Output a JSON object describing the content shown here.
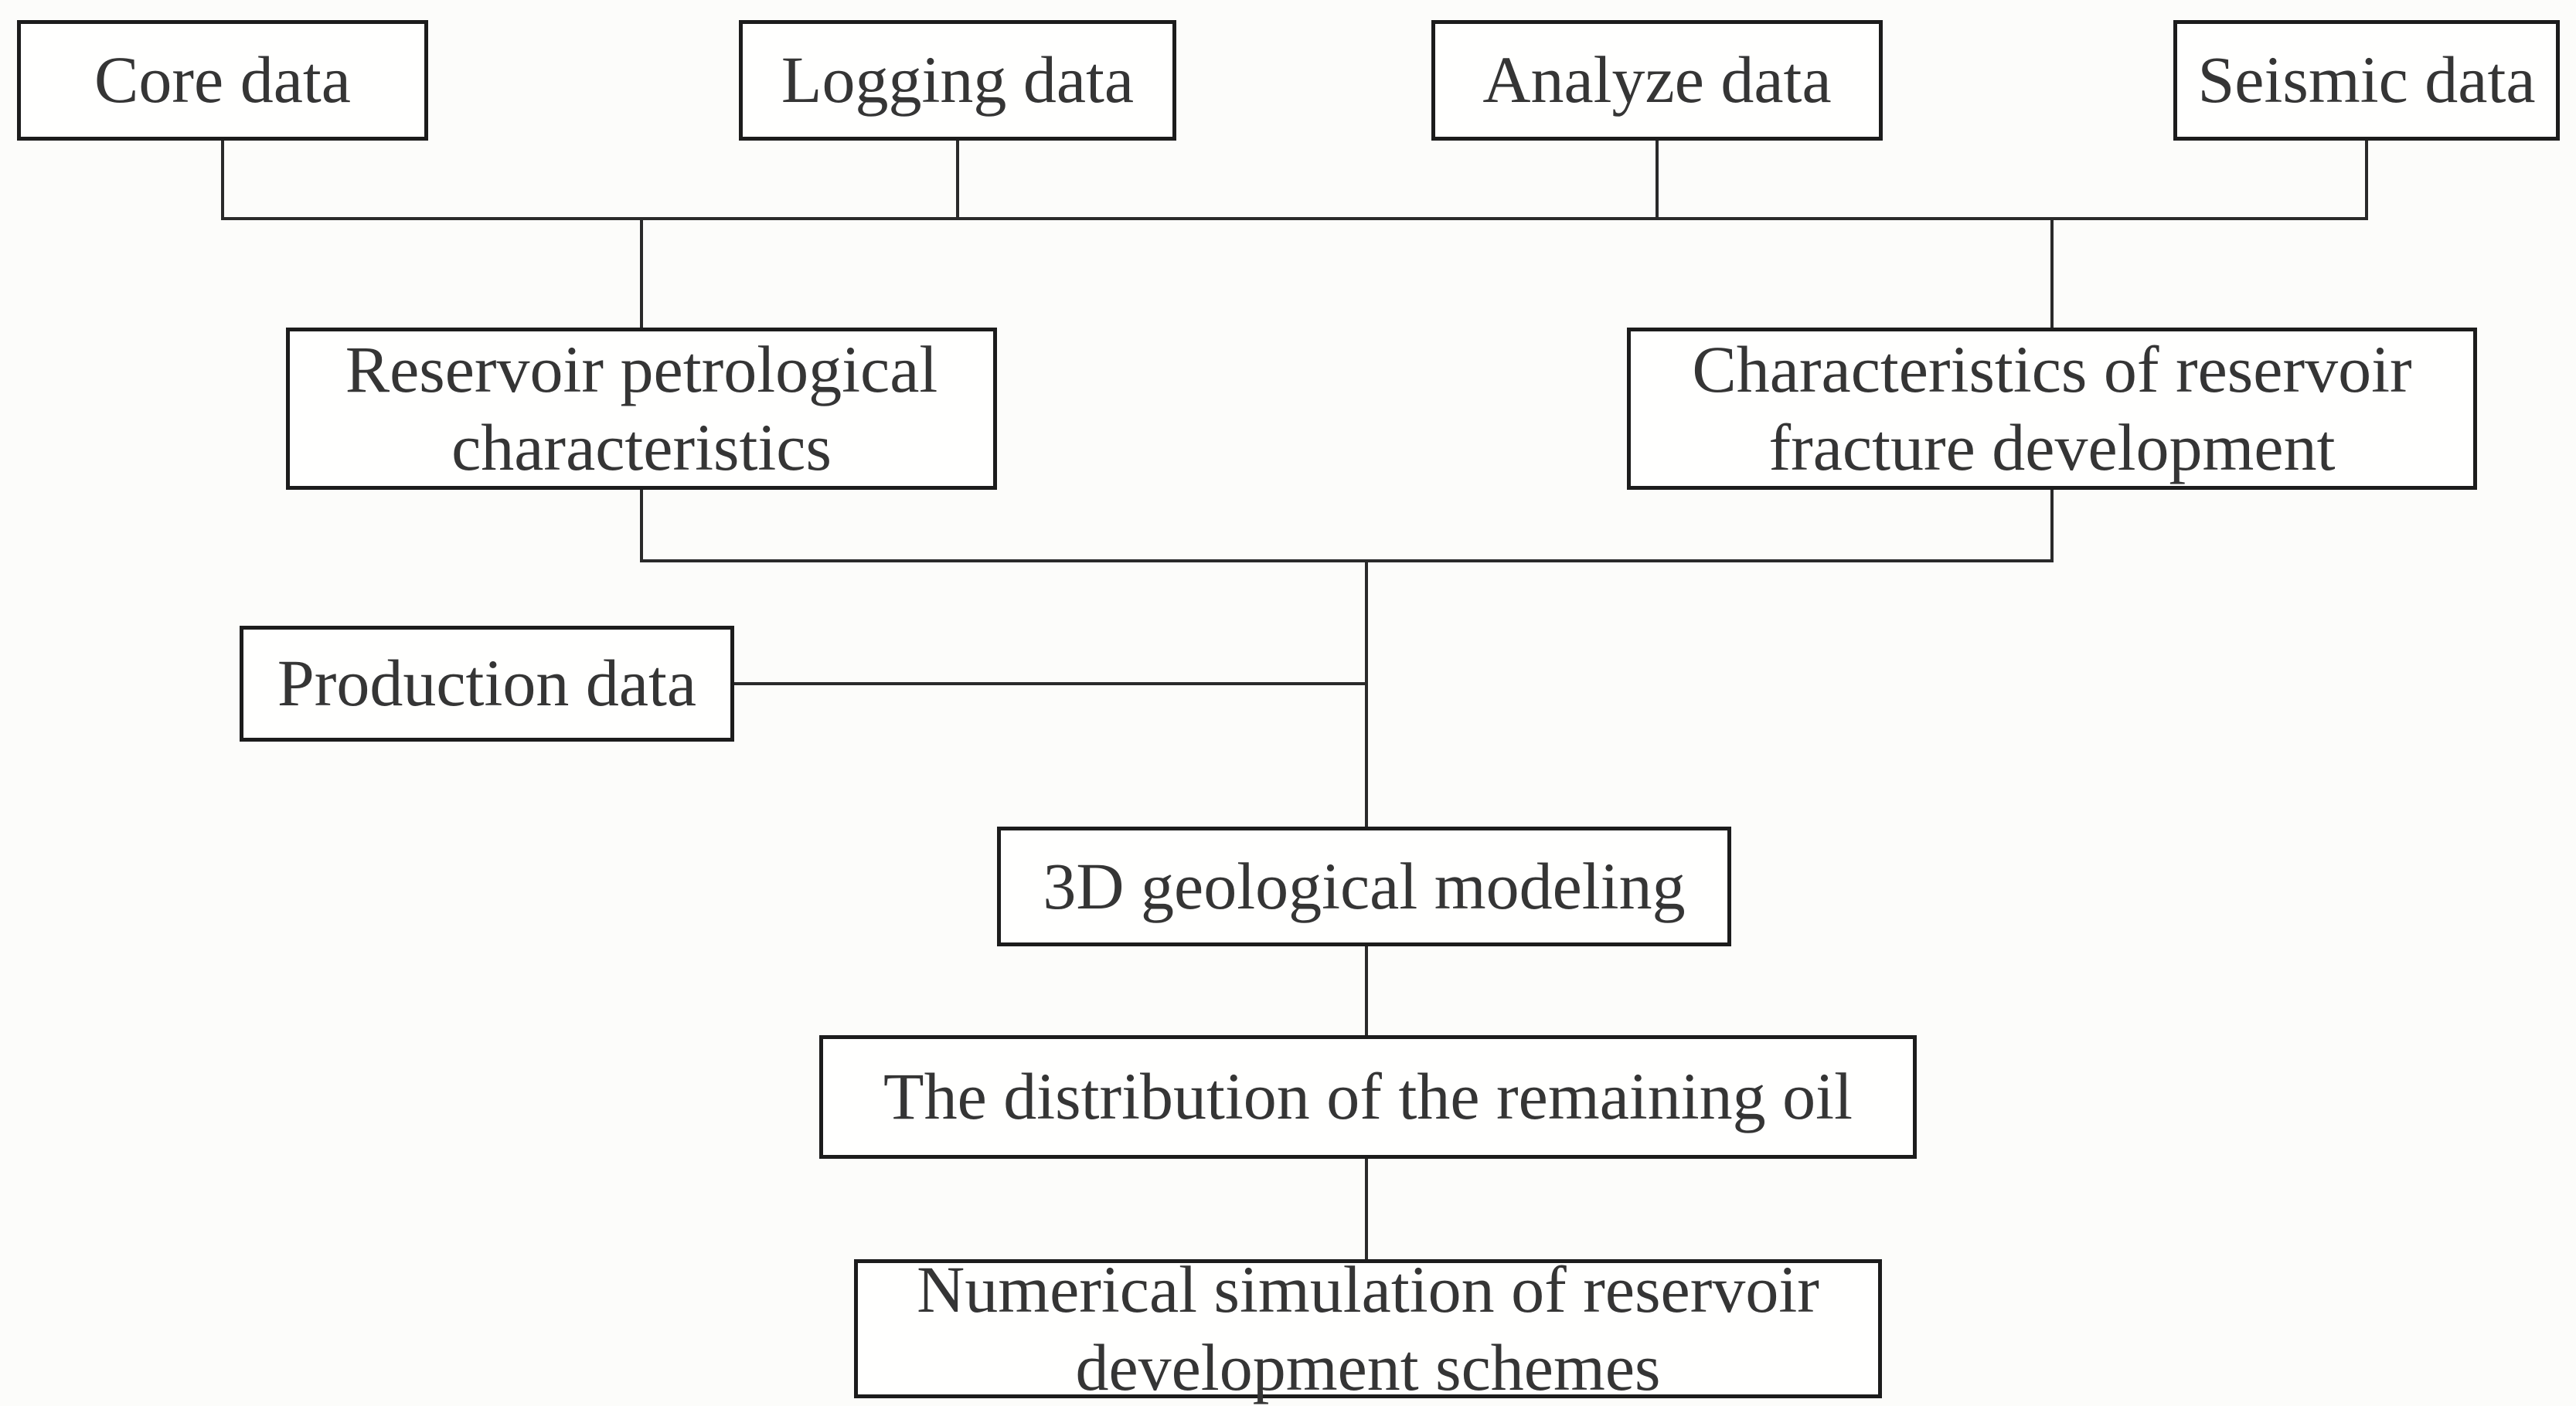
{
  "diagram": {
    "type": "flowchart",
    "background_color": "#fcfcfa",
    "box_fill_color": "#fffffe",
    "box_border_color": "#1c1c1c",
    "connector_color": "#2a2a2a",
    "text_color": "#353535",
    "nodes": {
      "core_data": {
        "label": "Core data"
      },
      "logging_data": {
        "label": "Logging data"
      },
      "analyze_data": {
        "label": "Analyze data"
      },
      "seismic_data": {
        "label": "Seismic data"
      },
      "reservoir_petrological": {
        "label": "Reservoir petrological characteristics"
      },
      "fracture_development": {
        "label": "Characteristics of reservoir fracture development"
      },
      "production_data": {
        "label": "Production data"
      },
      "geological_modeling": {
        "label": "3D geological modeling"
      },
      "remaining_oil": {
        "label": "The distribution of the remaining oil"
      },
      "numerical_simulation": {
        "label": "Numerical simulation of reservoir development schemes"
      }
    },
    "edges": [
      {
        "from": "core_data",
        "to": "reservoir_petrological"
      },
      {
        "from": "logging_data",
        "to": "reservoir_petrological"
      },
      {
        "from": "analyze_data",
        "to": "fracture_development"
      },
      {
        "from": "seismic_data",
        "to": "fracture_development"
      },
      {
        "from": "reservoir_petrological",
        "to": "geological_modeling"
      },
      {
        "from": "fracture_development",
        "to": "geological_modeling"
      },
      {
        "from": "production_data",
        "to": "geological_modeling"
      },
      {
        "from": "geological_modeling",
        "to": "remaining_oil"
      },
      {
        "from": "remaining_oil",
        "to": "numerical_simulation"
      }
    ]
  }
}
